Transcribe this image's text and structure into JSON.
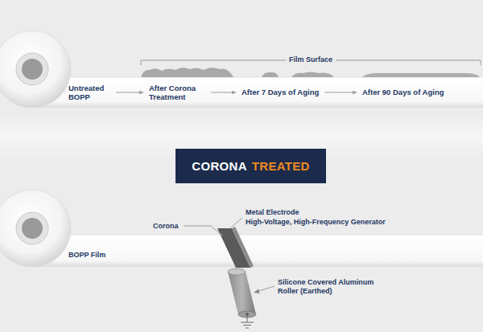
{
  "diagram": {
    "nodes": [
      {
        "text": [
          "Untreated BOPP"
        ]
      },
      {
        "text": [
          "After Corona Treatment"
        ]
      },
      {
        "text": [
          "After 7 Days of Aging"
        ]
      },
      {
        "text": [
          "After 90 Days of Aging"
        ]
      },
      {
        "text": [
          "CORONA",
          "TREATED"
        ]
      }
    ],
    "edges": [
      {
        "from": 0,
        "to": 1,
        "arrow": "to"
      },
      {
        "from": 1,
        "to": 2,
        "arrow": "to"
      },
      {
        "from": 2,
        "to": 3,
        "arrow": "to"
      }
    ],
    "labels": [
      "Film Surface",
      "BOPP Film",
      "Corona",
      "Metal Electrode",
      "High-Voltage, High-Frequency Generator",
      "Silicone Covered Aluminum Roller (Earthed)"
    ]
  }
}
